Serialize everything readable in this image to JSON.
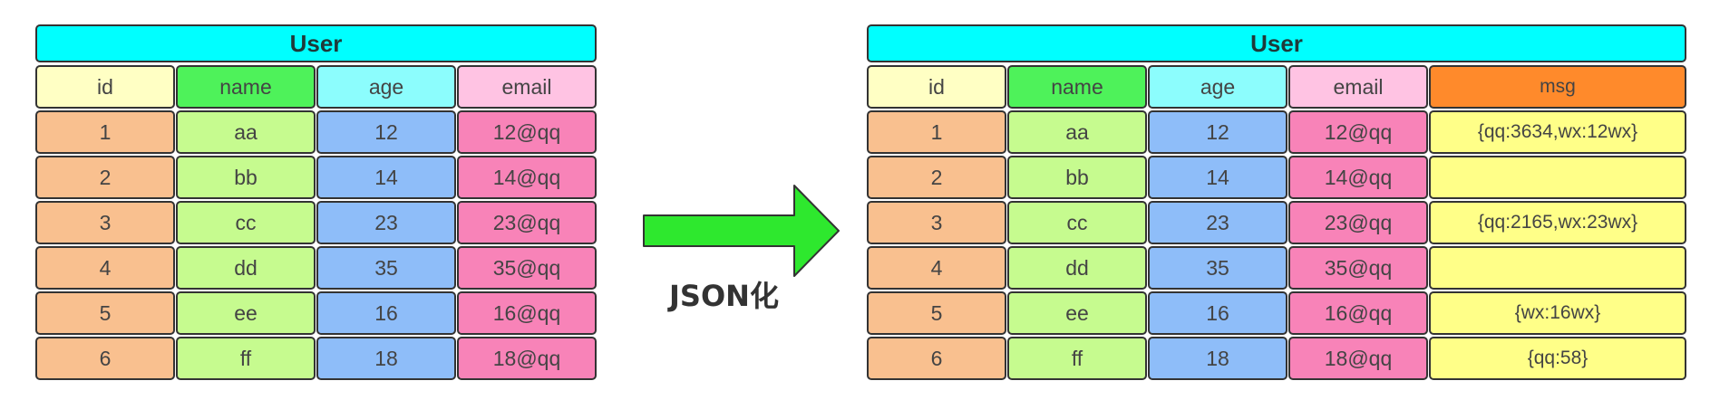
{
  "left_table": {
    "title": "User",
    "headers": [
      "id",
      "name",
      "age",
      "email"
    ],
    "rows": [
      [
        "1",
        "aa",
        "12",
        "12@qq"
      ],
      [
        "2",
        "bb",
        "14",
        "14@qq"
      ],
      [
        "3",
        "cc",
        "23",
        "23@qq"
      ],
      [
        "4",
        "dd",
        "35",
        "35@qq"
      ],
      [
        "5",
        "ee",
        "16",
        "16@qq"
      ],
      [
        "6",
        "ff",
        "18",
        "18@qq"
      ]
    ]
  },
  "transform": {
    "label": "JSON化",
    "arrow_color": "#2ee82e"
  },
  "right_table": {
    "title": "User",
    "headers": [
      "id",
      "name",
      "age",
      "email",
      "msg"
    ],
    "rows": [
      [
        "1",
        "aa",
        "12",
        "12@qq",
        "{qq:3634,wx:12wx}"
      ],
      [
        "2",
        "bb",
        "14",
        "14@qq",
        ""
      ],
      [
        "3",
        "cc",
        "23",
        "23@qq",
        "{qq:2165,wx:23wx}"
      ],
      [
        "4",
        "dd",
        "35",
        "35@qq",
        ""
      ],
      [
        "5",
        "ee",
        "16",
        "16@qq",
        "{wx:16wx}"
      ],
      [
        "6",
        "ff",
        "18",
        "18@qq",
        "{qq:58}"
      ]
    ]
  }
}
